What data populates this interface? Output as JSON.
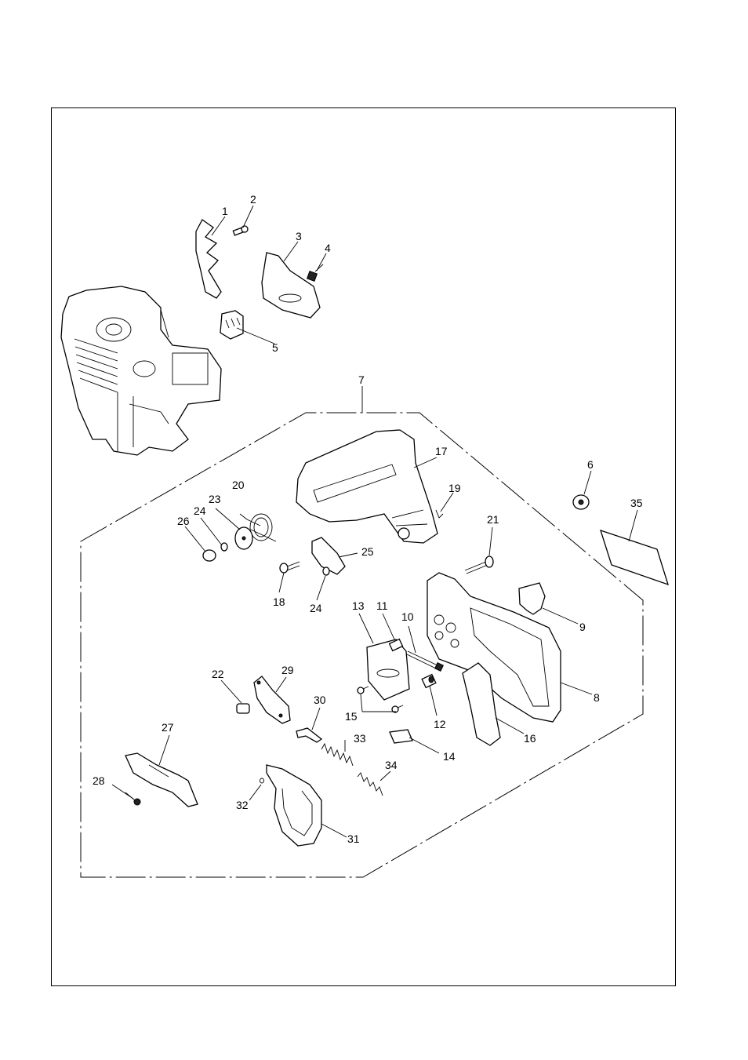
{
  "diagram": {
    "labels": [
      "1",
      "2",
      "3",
      "4",
      "5",
      "6",
      "7",
      "8",
      "9",
      "10",
      "11",
      "12",
      "13",
      "14",
      "15",
      "16",
      "17",
      "18",
      "19",
      "20",
      "21",
      "22",
      "23",
      "24",
      "24",
      "25",
      "26",
      "27",
      "28",
      "29",
      "30",
      "31",
      "32",
      "33",
      "34",
      "35"
    ]
  },
  "colors": {
    "line": "#000000",
    "background": "#ffffff"
  }
}
